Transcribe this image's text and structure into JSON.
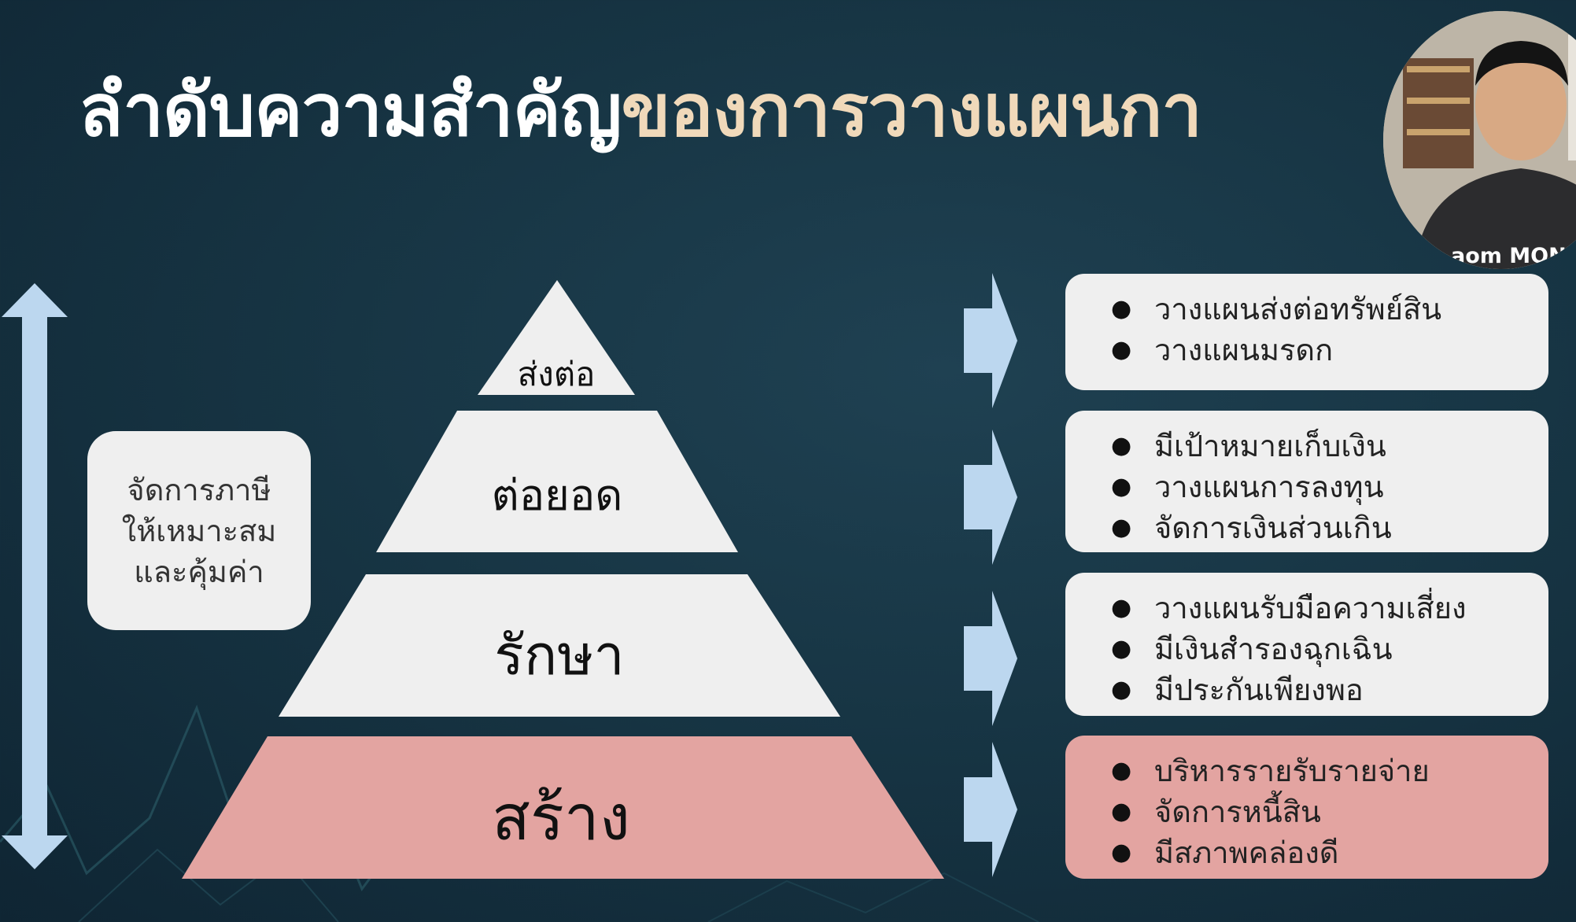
{
  "title": {
    "part1": "ลำดับความสำคัญ",
    "part2": "ของการวางแผนกา",
    "colors": {
      "part1": "#ffffff",
      "part2": "#f0d9ba"
    }
  },
  "webcam": {
    "shirt_text": "aom MONE"
  },
  "side_box": {
    "lines": [
      "จัดการภาษี",
      "ให้เหมาะสม",
      "และคุ้มค่า"
    ]
  },
  "pyramid": {
    "tiers": [
      {
        "label": "ส่งต่อ",
        "color": "#efefef"
      },
      {
        "label": "ต่อยอด",
        "color": "#efefef"
      },
      {
        "label": "รักษา",
        "color": "#efefef"
      },
      {
        "label": "สร้าง",
        "color": "#e3a4a1"
      }
    ]
  },
  "info_boxes": [
    {
      "items": [
        "วางแผนส่งต่อทรัพย์สิน",
        "วางแผนมรดก"
      ],
      "color": "#efefef"
    },
    {
      "items": [
        "มีเป้าหมายเก็บเงิน",
        "วางแผนการลงทุน",
        "จัดการเงินส่วนเกิน"
      ],
      "color": "#efefef"
    },
    {
      "items": [
        "วางแผนรับมือความเสี่ยง",
        "มีเงินสำรองฉุกเฉิน",
        "มีประกันเพียงพอ"
      ],
      "color": "#efefef"
    },
    {
      "items": [
        "บริหารรายรับรายจ่าย",
        "จัดการหนี้สิน",
        "มีสภาพคล่องดี"
      ],
      "color": "#e3a4a1"
    }
  ],
  "bullet_char": "●",
  "colors": {
    "arrow": "#bcd7ef",
    "background": "#173544",
    "box": "#efefef",
    "accent_pink": "#e3a4a1"
  }
}
